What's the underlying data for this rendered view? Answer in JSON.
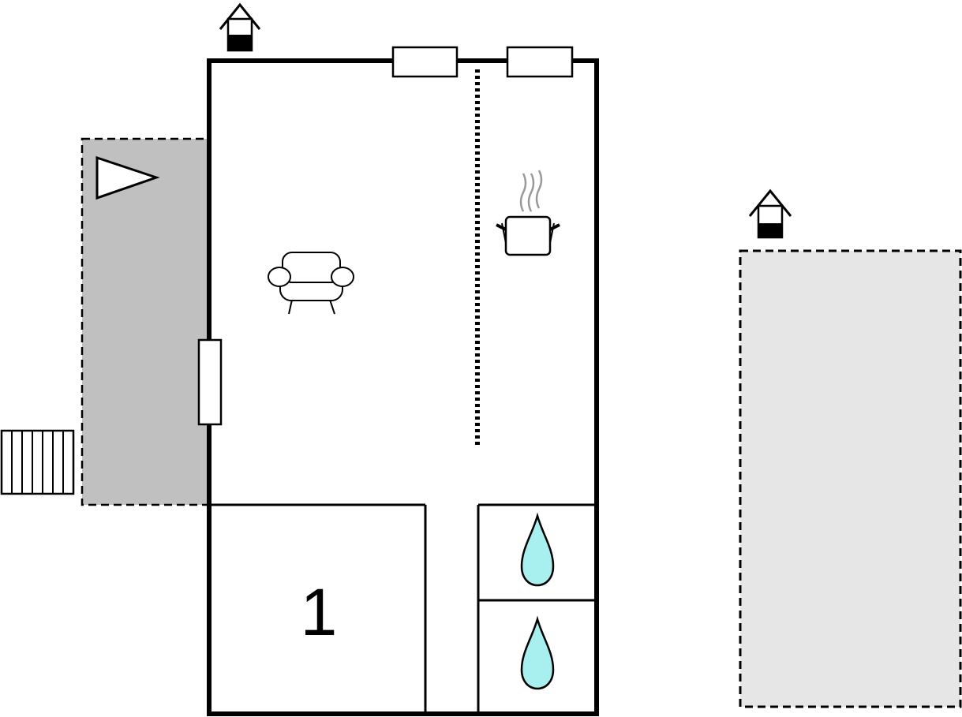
{
  "floor_plan": {
    "bedroom_number": "1",
    "colors": {
      "wall": "#000000",
      "terrace_fill": "#c0c0c0",
      "annex_fill": "#e6e6e6",
      "water": "#a8f0f0",
      "steam": "#999999"
    },
    "icons": [
      "house-icon",
      "entrance-icon",
      "sofa-icon",
      "kitchen-pot-icon",
      "water-drop-icon",
      "window",
      "stairs"
    ]
  }
}
